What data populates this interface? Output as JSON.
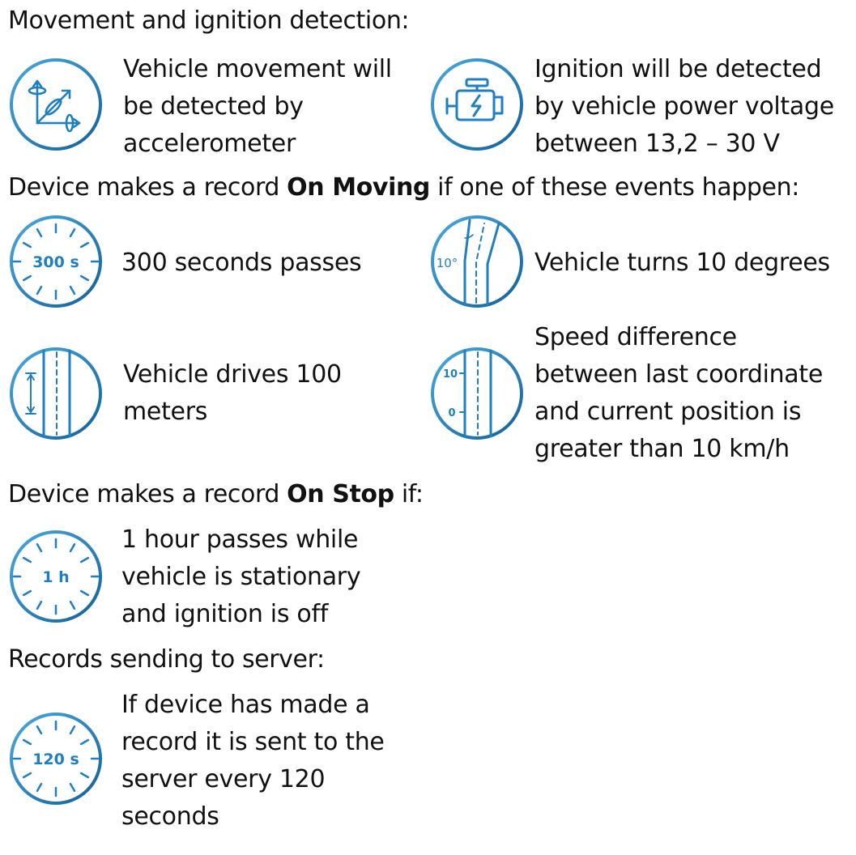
{
  "colors": {
    "accent": "#1f7fc0",
    "accent_dark": "#13619a",
    "accent_light": "#4aa8de",
    "text": "#111111"
  },
  "section_movement": {
    "heading": "Movement and ignition detection:",
    "items": [
      {
        "icon": "accelerometer-icon",
        "text": "Vehicle movement will\nbe detected by\naccelerometer"
      },
      {
        "icon": "engine-icon",
        "text": "Ignition will be detected\nby vehicle power voltage\nbetween 13,2 – 30 V"
      }
    ]
  },
  "section_moving": {
    "heading_pre": "Device makes a record ",
    "heading_bold": "On Moving",
    "heading_post": " if one of these events happen:",
    "items": [
      {
        "icon": "timer-300s-icon",
        "icon_label": "300 s",
        "text": "300 seconds passes"
      },
      {
        "icon": "turn-10-degrees-icon",
        "icon_label": "10°",
        "text": "Vehicle turns 10 degrees"
      },
      {
        "icon": "road-distance-icon",
        "text": "Vehicle drives 100\nmeters"
      },
      {
        "icon": "speed-scale-icon",
        "icon_label_top": "10",
        "icon_label_bottom": "0",
        "text": "Speed difference\nbetween last coordinate\nand current position is\ngreater than 10 km/h"
      }
    ]
  },
  "section_stop": {
    "heading_pre": "Device makes a record ",
    "heading_bold": "On Stop",
    "heading_post": " if:",
    "items": [
      {
        "icon": "timer-1h-icon",
        "icon_label": "1 h",
        "text": "1 hour passes while\nvehicle is stationary\nand ignition is off"
      }
    ]
  },
  "section_sending": {
    "heading": "Records sending to server:",
    "items": [
      {
        "icon": "timer-120s-icon",
        "icon_label": "120 s",
        "text": "If device has made a\nrecord it is sent to the\nserver every 120\nseconds"
      }
    ]
  }
}
